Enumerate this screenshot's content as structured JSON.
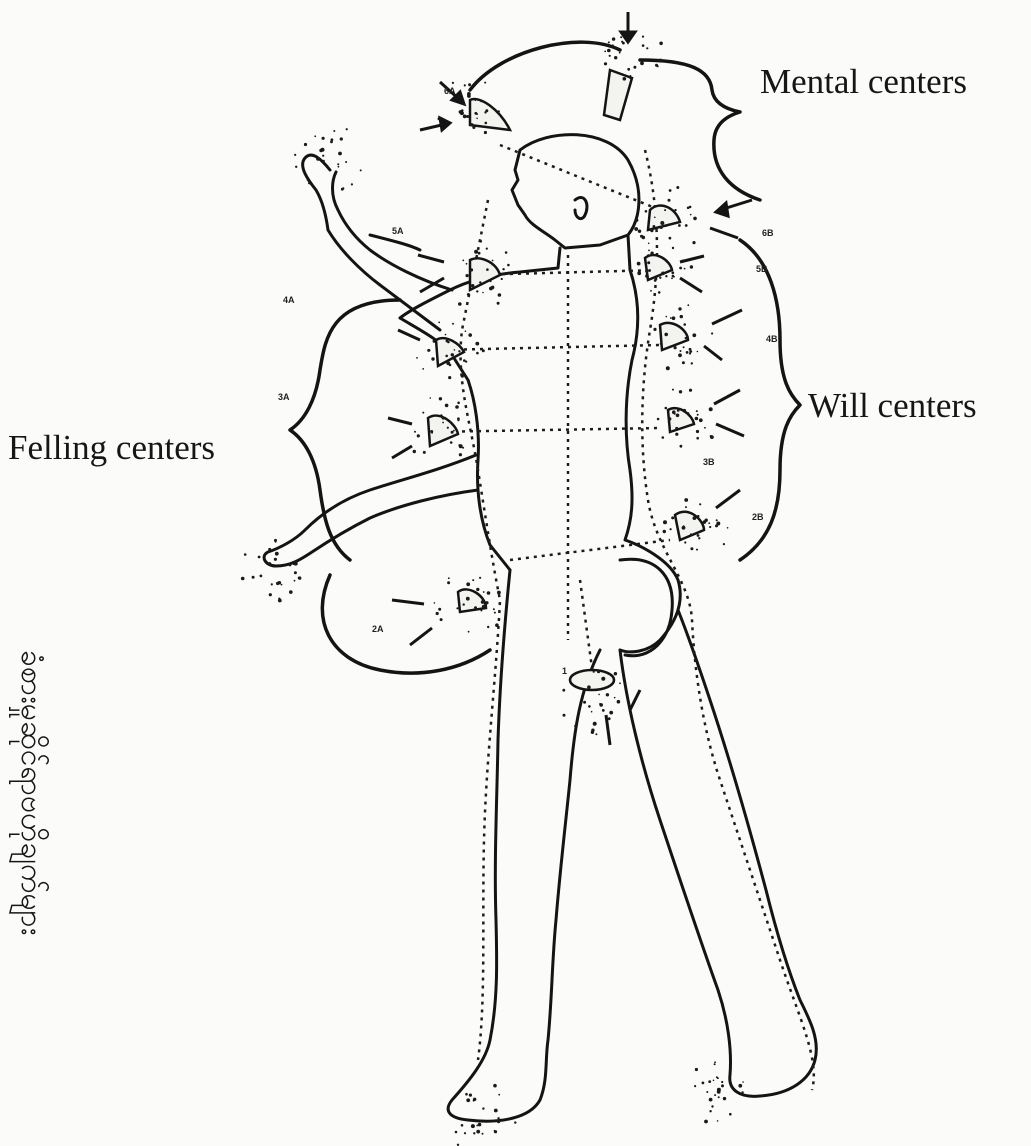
{
  "labels": {
    "mental": "Mental centers",
    "will": "Will centers",
    "feeling": "Felling centers",
    "burmese_caption": "ခံစားမှုဆိုင်ရာဗဟိုချက်များ"
  },
  "center_tags": {
    "head_left": "6A",
    "neck_right": "6B",
    "throat_left": "5A",
    "throat_right": "5B",
    "heart_left": "4A",
    "heart_right": "4B",
    "solar_left": "3A",
    "solar_right": "3B",
    "sacral_right": "2B",
    "sacral_left": "2A",
    "root": "1"
  },
  "colors": {
    "ink": "#161616",
    "paper": "#fbfbf9"
  }
}
